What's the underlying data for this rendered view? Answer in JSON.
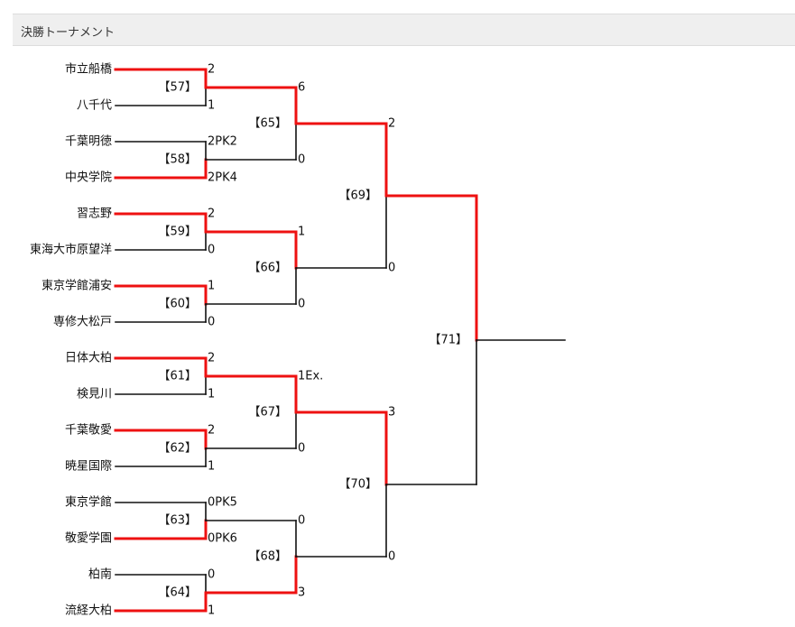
{
  "header": {
    "title": "決勝トーナメント"
  },
  "colors": {
    "winner": "#ee1111",
    "loser": "#111111",
    "header_bg": "#efefef"
  },
  "chart_data": {
    "type": "bracket",
    "teams": [
      "市立船橋",
      "八千代",
      "千葉明徳",
      "中央学院",
      "習志野",
      "東海大市原望洋",
      "東京学館浦安",
      "専修大松戸",
      "日体大柏",
      "検見川",
      "千葉敬愛",
      "暁星国際",
      "東京学館",
      "敬愛学園",
      "柏南",
      "流経大柏"
    ],
    "rounds": [
      {
        "round": 1,
        "matches": [
          {
            "id": "【57】",
            "scores": [
              "2",
              "1"
            ],
            "winner": 0
          },
          {
            "id": "【58】",
            "scores": [
              "2PK2",
              "2PK4"
            ],
            "winner": 1
          },
          {
            "id": "【59】",
            "scores": [
              "2",
              "0"
            ],
            "winner": 0
          },
          {
            "id": "【60】",
            "scores": [
              "1",
              "0"
            ],
            "winner": 0
          },
          {
            "id": "【61】",
            "scores": [
              "2",
              "1"
            ],
            "winner": 0
          },
          {
            "id": "【62】",
            "scores": [
              "2",
              "1"
            ],
            "winner": 0
          },
          {
            "id": "【63】",
            "scores": [
              "0PK5",
              "0PK6"
            ],
            "winner": 1
          },
          {
            "id": "【64】",
            "scores": [
              "0",
              "1"
            ],
            "winner": 1
          }
        ]
      },
      {
        "round": 2,
        "matches": [
          {
            "id": "【65】",
            "scores": [
              "6",
              "0"
            ],
            "winner": 0
          },
          {
            "id": "【66】",
            "scores": [
              "1",
              "0"
            ],
            "winner": 0
          },
          {
            "id": "【67】",
            "scores": [
              "1Ex.",
              "0"
            ],
            "winner": 0
          },
          {
            "id": "【68】",
            "scores": [
              "0",
              "3"
            ],
            "winner": 1
          }
        ]
      },
      {
        "round": 3,
        "matches": [
          {
            "id": "【69】",
            "scores": [
              "2",
              "0"
            ],
            "winner": 0
          },
          {
            "id": "【70】",
            "scores": [
              "3",
              "0"
            ],
            "winner": 0
          }
        ]
      },
      {
        "round": 4,
        "matches": [
          {
            "id": "【71】",
            "scores": [
              "",
              ""
            ],
            "winner": 0
          }
        ]
      }
    ]
  }
}
